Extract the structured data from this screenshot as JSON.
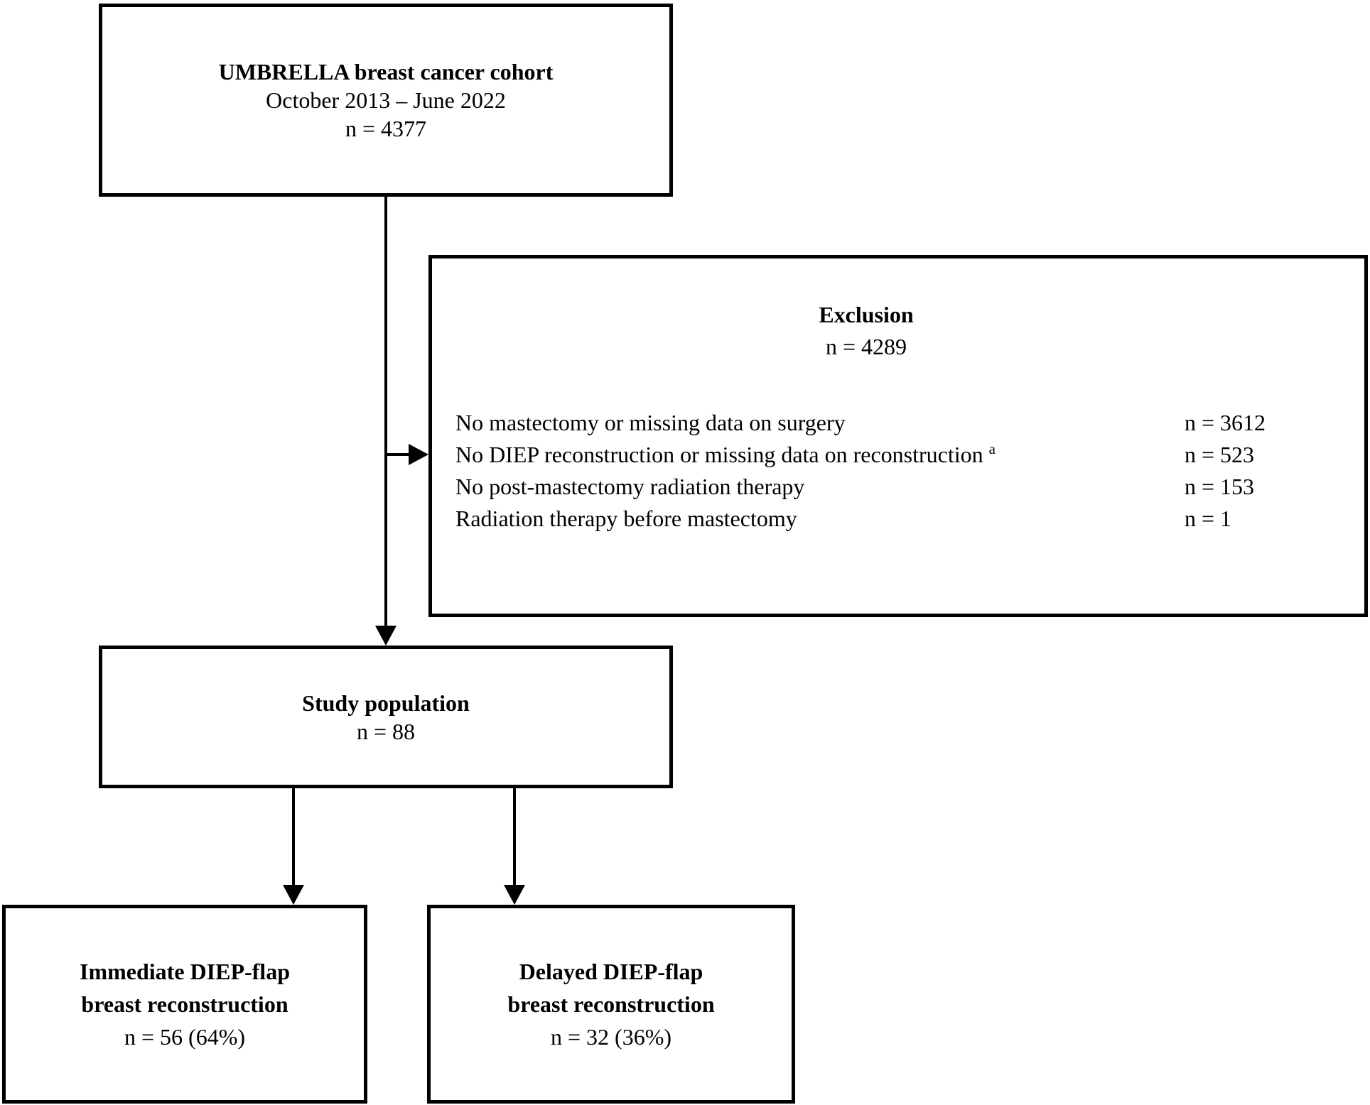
{
  "page": {
    "background_color": "#ffffff",
    "line_color": "#000000"
  },
  "cohort_box": {
    "title": "UMBRELLA breast cancer cohort",
    "period": "October 2013 – June 2022",
    "count": "n = 4377"
  },
  "exclusion_box": {
    "title": "Exclusion",
    "count": "n = 4289",
    "items": [
      {
        "label": "No mastectomy or missing data on surgery",
        "marker": "",
        "count": "n = 3612"
      },
      {
        "label": "No DIEP reconstruction or missing data on reconstruction",
        "marker": "a",
        "count": "n = 523"
      },
      {
        "label": "No post-mastectomy radiation therapy",
        "marker": "",
        "count": "n = 153"
      },
      {
        "label": "Radiation therapy before mastectomy",
        "marker": "",
        "count": "n = 1"
      }
    ]
  },
  "study_population_box": {
    "title": "Study population",
    "count": "n = 88"
  },
  "immediate_box": {
    "title_line1": "Immediate DIEP-flap",
    "title_line2": "breast reconstruction",
    "count": "n = 56 (64%)"
  },
  "delayed_box": {
    "title_line1": "Delayed DIEP-flap",
    "title_line2": "breast reconstruction",
    "count": "n = 32 (36%)"
  }
}
